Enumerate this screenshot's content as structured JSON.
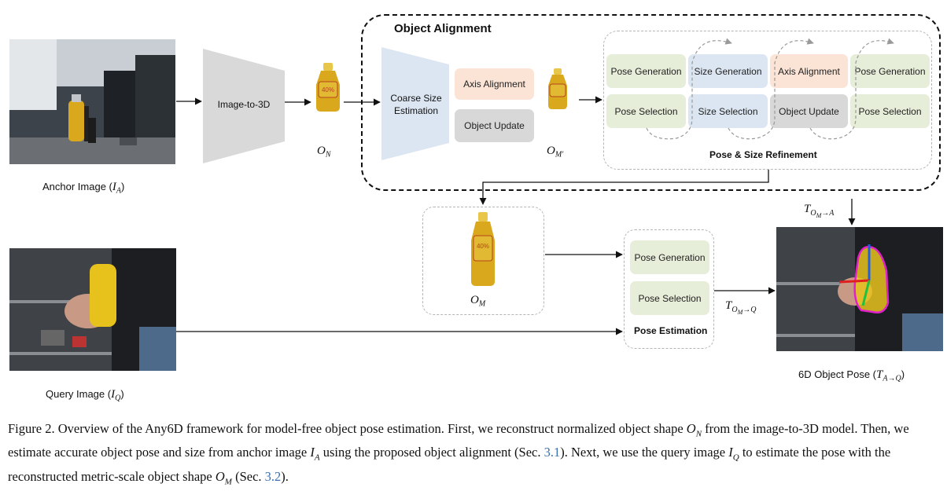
{
  "labels": {
    "anchor_image_text": "Anchor  Image (",
    "anchor_image_sym": "I",
    "anchor_image_sub": "A",
    "query_image_text": "Query  Image (",
    "query_image_sym": "I",
    "query_image_sub": "Q",
    "image_to_3d": "Image-to-3D",
    "coarse_size_estimation": "Coarse Size Estimation",
    "on_sym": "O",
    "on_sub": "N",
    "om_prime_sym": "O",
    "om_prime_sub": "M′",
    "om_sym": "O",
    "om_sub": "M",
    "object_alignment_title": "Object Alignment",
    "pose_size_refinement_title": "Pose & Size Refinement",
    "pose_estimation_title": "Pose Estimation",
    "t_om_a_sym": "T",
    "t_om_a_sub": "O",
    "t_om_a_subsub": "M",
    "t_om_a_arrow": "→A",
    "t_om_q_sym": "T",
    "t_om_q_sub": "O",
    "t_om_q_subsub": "M",
    "t_om_q_arrow": "→Q",
    "six_d_pose_text": "6D Object Pose (",
    "six_d_pose_sym": "T",
    "six_d_pose_sub": "A→Q"
  },
  "alignment_boxes": {
    "axis_alignment": "Axis Alignment",
    "object_update": "Object Update"
  },
  "refinement_boxes": {
    "top": [
      "Pose Generation",
      "Size Generation",
      "Axis Alignment",
      "Pose Generation"
    ],
    "bottom": [
      "Pose Selection",
      "Size Selection",
      "Object Update",
      "Pose Selection"
    ]
  },
  "estimation_boxes": {
    "pose_generation": "Pose Generation",
    "pose_selection": "Pose Selection"
  },
  "caption": {
    "part1": "Figure 2. Overview of the Any6D framework for model-free object pose estimation. First, we reconstruct normalized object shape ",
    "part2": " from the image-to-3D model. Then, we estimate accurate object pose and size from anchor image ",
    "part3": " using the proposed object alignment (Sec. ",
    "ref1": "3.1",
    "part4": "). Next, we use the query image ",
    "part5": " to estimate the pose with the reconstructed metric-scale object shape ",
    "part6": " (Sec. ",
    "ref2": "3.2",
    "part7": ")."
  },
  "colors": {
    "green_box": "#e6edd8",
    "blue_box": "#dce6f2",
    "peach_box": "#fbe4d6",
    "gray_box": "#d8d8d8",
    "mustard": "#d9a81c",
    "link": "#3a6fb0"
  }
}
